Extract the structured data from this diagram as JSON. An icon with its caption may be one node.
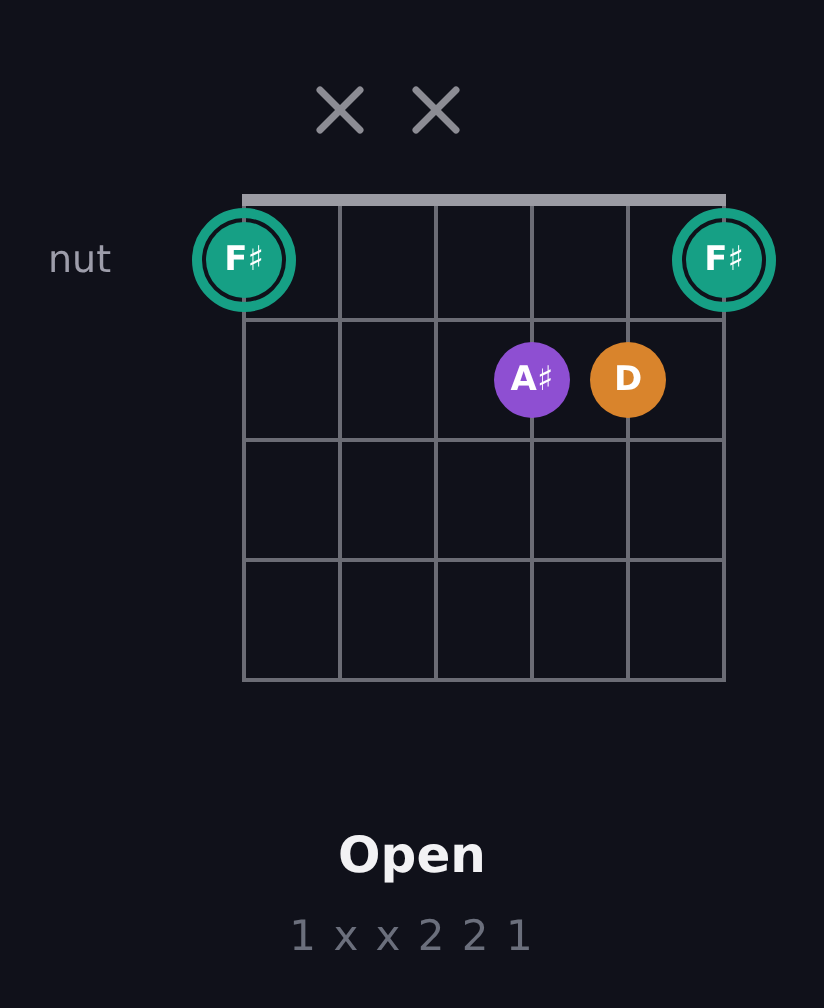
{
  "diagram": {
    "title": "Open",
    "nodes": [
      {
        "text": [
          "F♯"
        ]
      },
      {
        "text": [
          "F♯"
        ]
      },
      {
        "text": [
          "A♯"
        ]
      },
      {
        "text": [
          "D"
        ]
      }
    ],
    "labels": [
      "nut",
      "1 x x 2 2 1"
    ]
  }
}
